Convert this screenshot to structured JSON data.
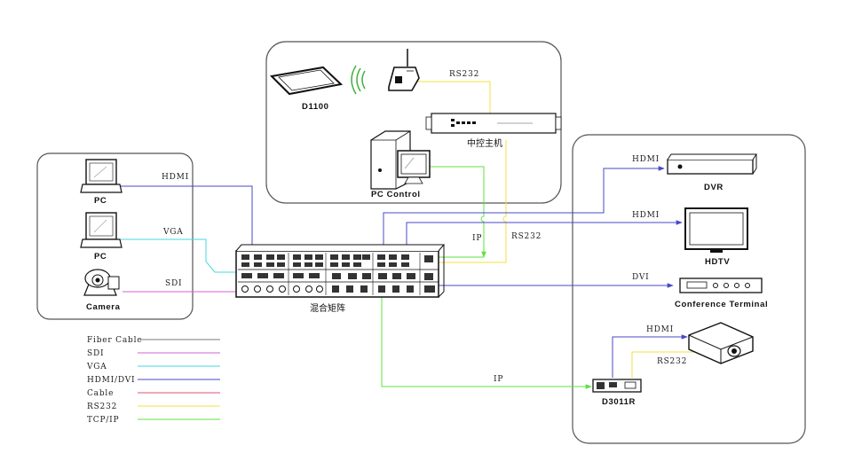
{
  "groups": {
    "control_room": "",
    "sources": "",
    "displays": ""
  },
  "devices": {
    "d1100": "D1100",
    "control_host": "中控主机",
    "pc_control": "PC Control",
    "pc1": "PC",
    "pc2": "PC",
    "camera": "Camera",
    "matrix": "混合矩阵",
    "dvr": "DVR",
    "hdtv": "HDTV",
    "conference_terminal": "Conference Terminal",
    "d3011r": "D3011R"
  },
  "links": {
    "rs232_top": "RS232",
    "hdmi_pc1": "HDMI",
    "vga_pc2": "VGA",
    "sdi_camera": "SDI",
    "ip_down": "IP",
    "rs232_down": "RS232",
    "hdmi_dvr": "HDMI",
    "hdmi_hdtv": "HDMI",
    "dvi_conf": "DVI",
    "hdmi_proj": "HDMI",
    "rs232_proj": "RS232",
    "ip_receiver": "IP"
  },
  "legend": [
    {
      "label": "Fiber Cable",
      "color": "#7a7a7a"
    },
    {
      "label": "SDI",
      "color": "#d060d8"
    },
    {
      "label": "VGA",
      "color": "#40d8e0"
    },
    {
      "label": "HDMI/DVI",
      "color": "#4848c8"
    },
    {
      "label": "Cable",
      "color": "#e05070"
    },
    {
      "label": "RS232",
      "color": "#f0e040"
    },
    {
      "label": "TCP/IP",
      "color": "#60e040"
    }
  ],
  "colors": {
    "hdmi": "#4848c8",
    "vga": "#40d8e0",
    "sdi": "#d060d8",
    "rs232": "#f0e040",
    "tcpip": "#60e040",
    "group_border": "#555555"
  },
  "icons": [
    "wifi-icon",
    "router-icon",
    "tablet-icon",
    "laptop-icon",
    "camera-icon",
    "desktop-icon",
    "dvr-icon",
    "tv-icon",
    "projector-icon"
  ]
}
